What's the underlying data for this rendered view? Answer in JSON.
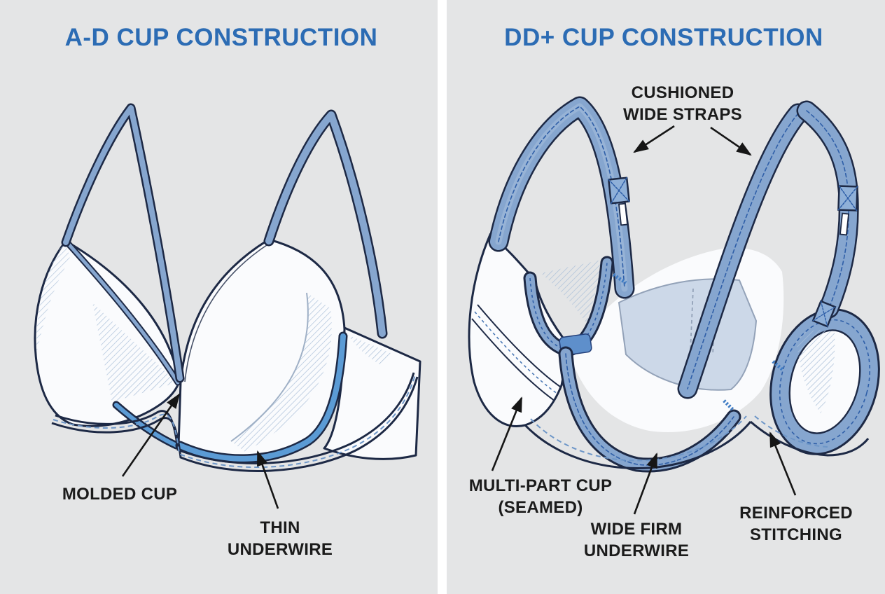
{
  "colors": {
    "background": "#e4e5e6",
    "divider": "#ffffff",
    "title_blue": "#2c6cb4",
    "label_text": "#1b1b1b",
    "outline_navy": "#1d2945",
    "strap_blue": "#86a6cf",
    "strap_blue_light": "#a5bedd",
    "underwire_bright_blue": "#5b9bd5",
    "stitch_blue": "#2f5fa8",
    "hatch_blue": "#aabfd8",
    "cup_white": "#fafbfd",
    "inner_band_blue": "#ccd8e8",
    "arrow_black": "#161616"
  },
  "left_panel": {
    "title": "A-D CUP CONSTRUCTION",
    "labels": {
      "molded_cup": {
        "line1": "MOLDED CUP"
      },
      "thin_underwire": {
        "line1": "THIN",
        "line2": "UNDERWIRE"
      }
    }
  },
  "right_panel": {
    "title": "DD+ CUP CONSTRUCTION",
    "labels": {
      "cushioned_wide_straps": {
        "line1": "CUSHIONED",
        "line2": "WIDE STRAPS"
      },
      "multi_part_cup": {
        "line1": "MULTI-PART CUP",
        "line2": "(SEAMED)"
      },
      "wide_firm_underwire": {
        "line1": "WIDE FIRM",
        "line2": "UNDERWIRE"
      },
      "reinforced_stitching": {
        "line1": "REINFORCED",
        "line2": "STITCHING"
      }
    }
  }
}
